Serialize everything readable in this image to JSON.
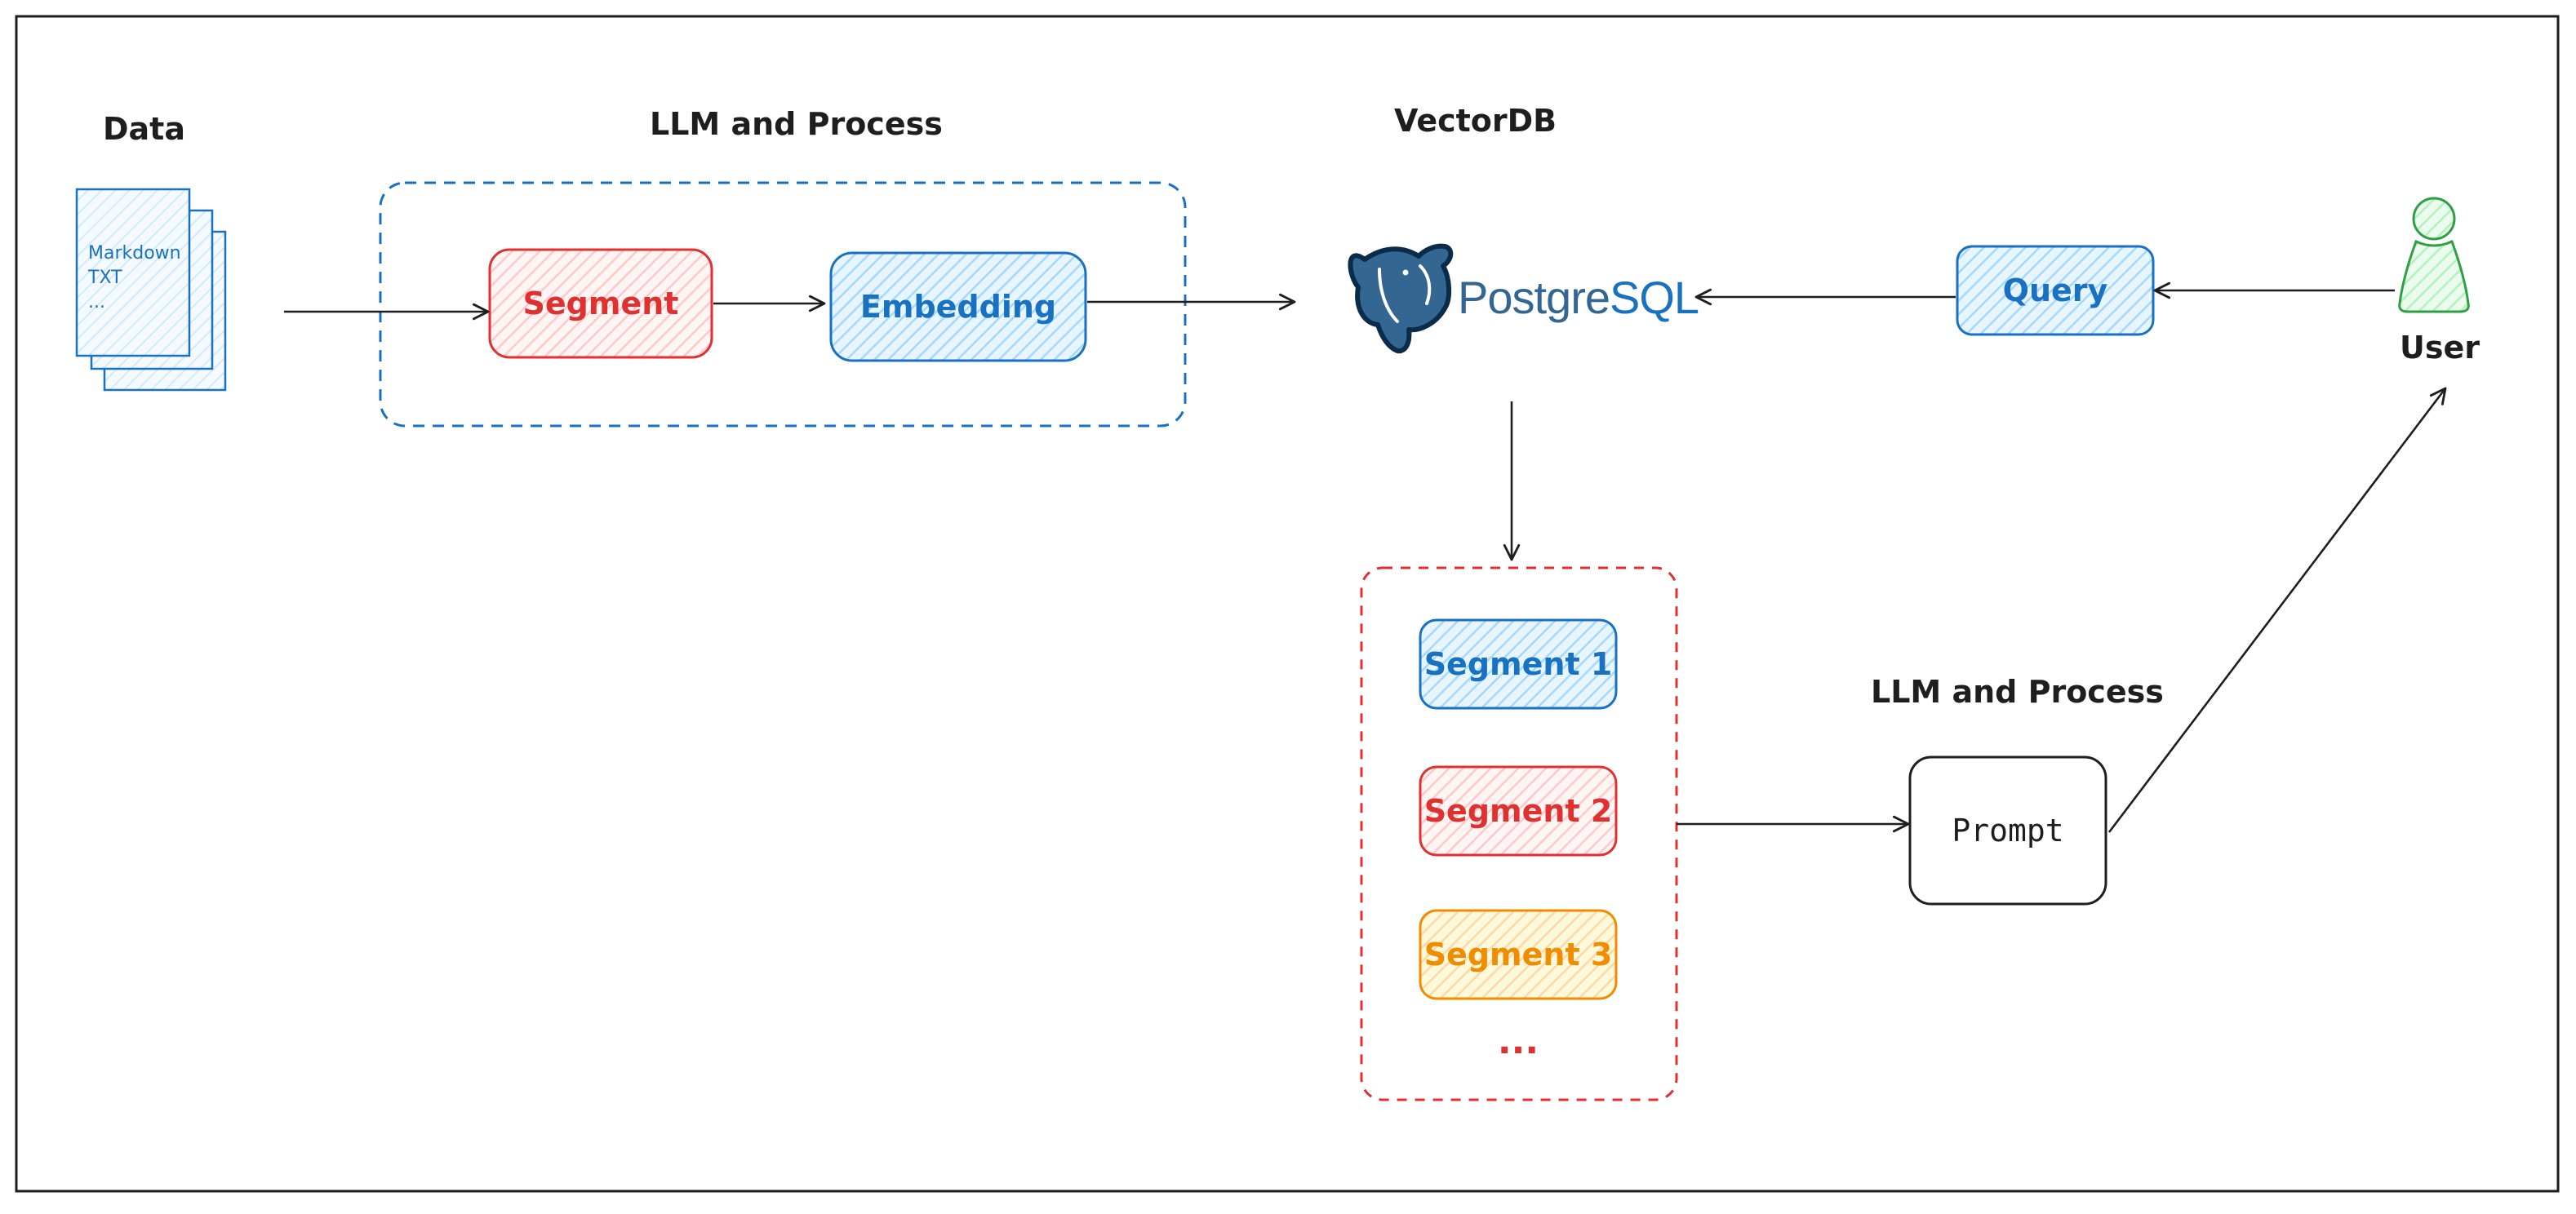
{
  "labels": {
    "data": "Data",
    "llm_process_top": "LLM and Process",
    "vectordb": "VectorDB",
    "user": "User",
    "llm_process_bottom": "LLM and Process"
  },
  "data_doc": {
    "line1": "Markdown",
    "line2": "TXT",
    "line3": "..."
  },
  "nodes": {
    "segment": "Segment",
    "embedding": "Embedding",
    "query": "Query",
    "segment1": "Segment 1",
    "segment2": "Segment 2",
    "segment3": "Segment 3",
    "more": "...",
    "prompt": "Prompt"
  },
  "postgres": {
    "name_a": "Postgre",
    "name_b": "SQL"
  },
  "colors": {
    "red": "#e03131",
    "red_fill": "#ffc9c9",
    "blue": "#1971c2",
    "blue_fill": "#a5d8ff",
    "orange": "#f08c00",
    "orange_fill": "#ffd8a8",
    "green": "#2f9e44",
    "green_fill": "#b2f2bb",
    "stroke": "#1e1e1e",
    "pg_blue": "#336791"
  }
}
